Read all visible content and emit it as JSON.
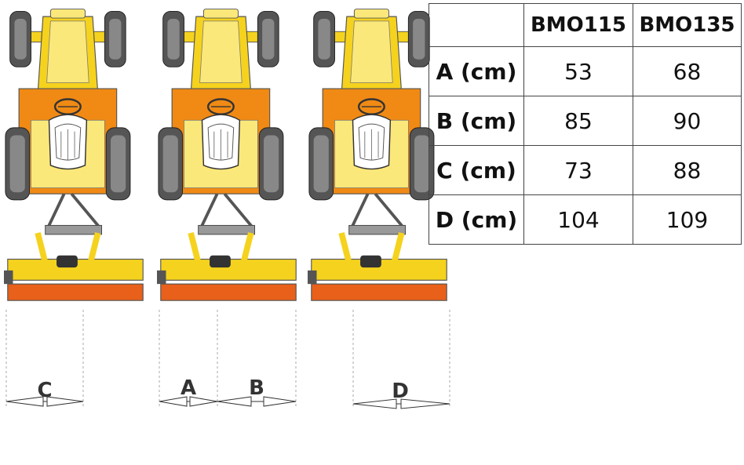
{
  "table": {
    "corner": "",
    "columns": [
      "BMO115",
      "BMO135"
    ],
    "rows": [
      {
        "label": "A (cm)",
        "values": [
          "53",
          "68"
        ]
      },
      {
        "label": "B (cm)",
        "values": [
          "85",
          "90"
        ]
      },
      {
        "label": "C (cm)",
        "values": [
          "73",
          "88"
        ]
      },
      {
        "label": "D (cm)",
        "values": [
          "104",
          "109"
        ]
      }
    ]
  },
  "dimensions": {
    "c": "C",
    "a": "A",
    "b": "B",
    "d": "D"
  },
  "colors": {
    "yellow": "#f5d21e",
    "light_yellow": "#fbe87a",
    "orange": "#f08a14",
    "deep_orange": "#e8601a",
    "tire": "#444444",
    "frame": "#555555"
  }
}
